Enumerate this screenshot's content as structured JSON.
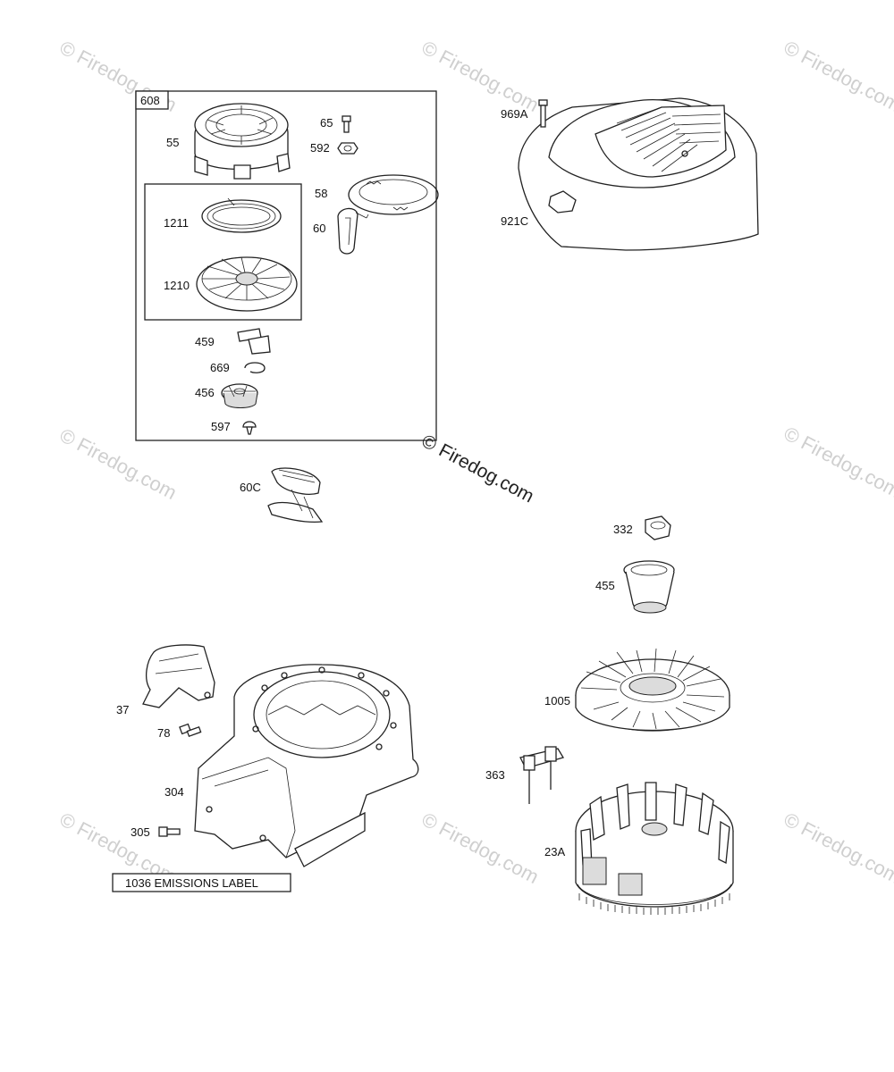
{
  "labels": {
    "kit_608": "608",
    "p55": "55",
    "p65": "65",
    "p592": "592",
    "p58": "58",
    "p60": "60",
    "p1211": "1211",
    "p1210": "1210",
    "p459": "459",
    "p669": "669",
    "p456": "456",
    "p597": "597",
    "p60c": "60C",
    "p969a": "969A",
    "p921c": "921C",
    "p332": "332",
    "p455": "455",
    "p1005": "1005",
    "p363": "363",
    "p23a": "23A",
    "p37": "37",
    "p78": "78",
    "p304": "304",
    "p305": "305",
    "emissions_label": "1036 EMISSIONS LABEL"
  },
  "watermark": {
    "text": "Firedog.com",
    "center_text": "Firedog.com",
    "copyright_symbol": "©"
  },
  "colors": {
    "line": "#222222",
    "watermark": "#cfcfcf",
    "background": "#ffffff"
  }
}
